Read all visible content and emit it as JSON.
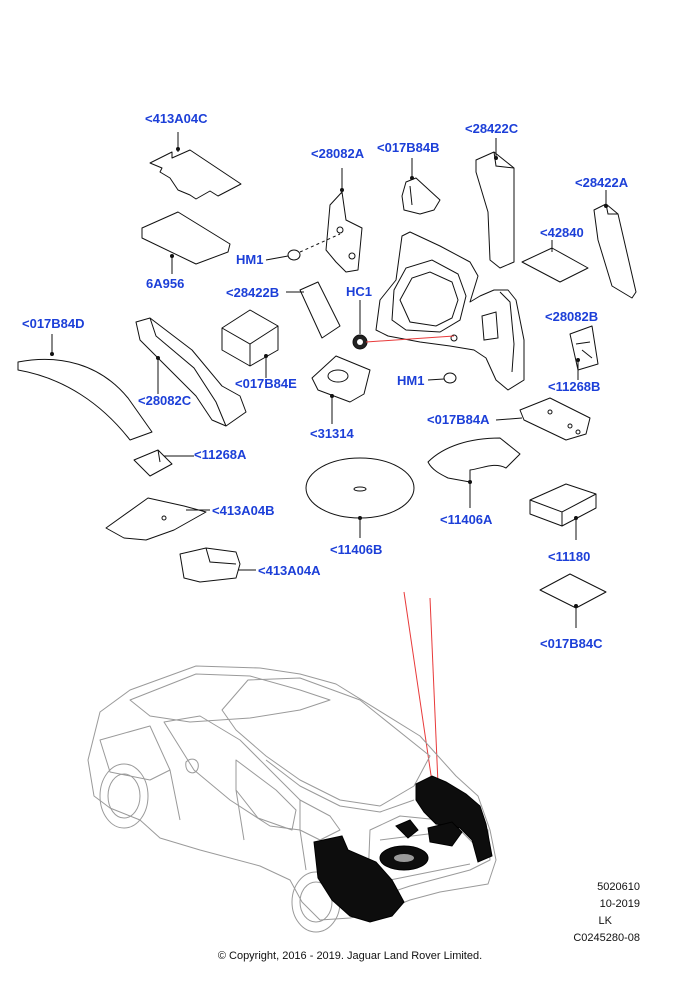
{
  "callouts": [
    {
      "id": "c413a04c",
      "text": "<413A04C"
    },
    {
      "id": "c28082a",
      "text": "<28082A"
    },
    {
      "id": "c017b84b",
      "text": "<017B84B"
    },
    {
      "id": "c28422c",
      "text": "<28422C"
    },
    {
      "id": "c28422a",
      "text": "<28422A"
    },
    {
      "id": "chm1a",
      "text": "HM1"
    },
    {
      "id": "c42840",
      "text": "<42840"
    },
    {
      "id": "c6a956",
      "text": "6A956"
    },
    {
      "id": "c28422b",
      "text": "<28422B"
    },
    {
      "id": "chc1",
      "text": "HC1"
    },
    {
      "id": "c017b84d",
      "text": "<017B84D"
    },
    {
      "id": "c28082b",
      "text": "<28082B"
    },
    {
      "id": "c017b84e",
      "text": "<017B84E"
    },
    {
      "id": "chm1b",
      "text": "HM1"
    },
    {
      "id": "c11268b",
      "text": "<11268B"
    },
    {
      "id": "c28082c",
      "text": "<28082C"
    },
    {
      "id": "c017b84a",
      "text": "<017B84A"
    },
    {
      "id": "c31314",
      "text": "<31314"
    },
    {
      "id": "c11268a",
      "text": "<11268A"
    },
    {
      "id": "c413a04b",
      "text": "<413A04B"
    },
    {
      "id": "c11406a",
      "text": "<11406A"
    },
    {
      "id": "c11406b",
      "text": "<11406B"
    },
    {
      "id": "c413a04a",
      "text": "<413A04A"
    },
    {
      "id": "c11180",
      "text": "<11180"
    },
    {
      "id": "c017b84c",
      "text": "<017B84C"
    }
  ],
  "meta": {
    "code": "5020610",
    "date": "10-2019",
    "region": "LK",
    "ref": "C0245280-08"
  },
  "copyright": "© Copyright, 2016 - 2019. Jaguar Land Rover Limited.",
  "colors": {
    "callout": "#1c3fd8",
    "highlight_line": "#e83a3a",
    "car_outline": "#9a9a9a"
  }
}
